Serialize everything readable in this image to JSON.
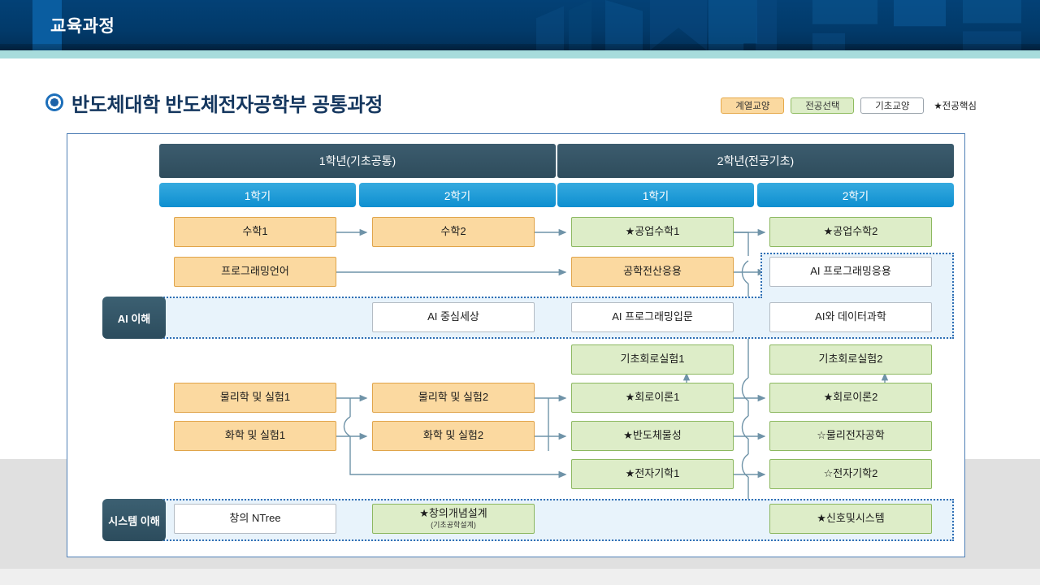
{
  "topbar": {
    "title": "교육과정"
  },
  "page": {
    "title": "반도체대학 반도체전자공학부 공통과정",
    "bullet_icon": "target-circle-icon"
  },
  "legend": {
    "items": [
      {
        "label": "계열교양",
        "color": "#fbd9a0",
        "style": "orange"
      },
      {
        "label": "전공선택",
        "color": "#ddedc8",
        "style": "green"
      },
      {
        "label": "기초교양",
        "color": "#ffffff",
        "style": "white"
      },
      {
        "label": "★전공핵심",
        "color": "#222222",
        "style": "text"
      }
    ]
  },
  "chart_data": {
    "type": "diagram",
    "title": "반도체대학 반도체전자공학부 공통과정",
    "years": [
      {
        "label": "1학년(기초공통)",
        "semesters": [
          "1학기",
          "2학기"
        ]
      },
      {
        "label": "2학년(전공기초)",
        "semesters": [
          "1학기",
          "2학기"
        ]
      }
    ],
    "columns": [
      "1학년 1학기",
      "1학년 2학기",
      "2학년 1학기",
      "2학년 2학기"
    ],
    "groups": [
      {
        "label": "AI 이해"
      },
      {
        "label": "시스템 이해"
      }
    ],
    "courses": [
      {
        "id": "c1",
        "name": "수학1",
        "col": 0,
        "row": 0,
        "type": "계열교양"
      },
      {
        "id": "c2",
        "name": "수학2",
        "col": 1,
        "row": 0,
        "type": "계열교양"
      },
      {
        "id": "c3",
        "name": "★공업수학1",
        "col": 2,
        "row": 0,
        "type": "전공선택"
      },
      {
        "id": "c4",
        "name": "★공업수학2",
        "col": 3,
        "row": 0,
        "type": "전공선택"
      },
      {
        "id": "c5",
        "name": "프로그래밍언어",
        "col": 0,
        "row": 1,
        "type": "계열교양"
      },
      {
        "id": "c6",
        "name": "공학전산응용",
        "col": 2,
        "row": 1,
        "type": "계열교양"
      },
      {
        "id": "c7",
        "name": "AI 프로그래밍응용",
        "col": 3,
        "row": 1,
        "type": "기초교양"
      },
      {
        "id": "c8",
        "name": "AI 중심세상",
        "col": 1,
        "row": 2,
        "type": "기초교양"
      },
      {
        "id": "c9",
        "name": "AI 프로그래밍입문",
        "col": 2,
        "row": 2,
        "type": "기초교양"
      },
      {
        "id": "c10",
        "name": "AI와 데이터과학",
        "col": 3,
        "row": 2,
        "type": "기초교양"
      },
      {
        "id": "c11",
        "name": "기초회로실험1",
        "col": 2,
        "row": 3,
        "type": "전공선택"
      },
      {
        "id": "c12",
        "name": "기초회로실험2",
        "col": 3,
        "row": 3,
        "type": "전공선택"
      },
      {
        "id": "c13",
        "name": "물리학 및 실험1",
        "col": 0,
        "row": 4,
        "type": "계열교양"
      },
      {
        "id": "c14",
        "name": "물리학 및 실험2",
        "col": 1,
        "row": 4,
        "type": "계열교양"
      },
      {
        "id": "c15",
        "name": "★회로이론1",
        "col": 2,
        "row": 4,
        "type": "전공선택"
      },
      {
        "id": "c16",
        "name": "★회로이론2",
        "col": 3,
        "row": 4,
        "type": "전공선택"
      },
      {
        "id": "c17",
        "name": "화학 및 실험1",
        "col": 0,
        "row": 5,
        "type": "계열교양"
      },
      {
        "id": "c18",
        "name": "화학 및 실험2",
        "col": 1,
        "row": 5,
        "type": "계열교양"
      },
      {
        "id": "c19",
        "name": "★반도체물성",
        "col": 2,
        "row": 5,
        "type": "전공선택"
      },
      {
        "id": "c20",
        "name": "☆물리전자공학",
        "col": 3,
        "row": 5,
        "type": "전공선택"
      },
      {
        "id": "c21",
        "name": "★전자기학1",
        "col": 2,
        "row": 6,
        "type": "전공선택"
      },
      {
        "id": "c22",
        "name": "☆전자기학2",
        "col": 3,
        "row": 6,
        "type": "전공선택"
      },
      {
        "id": "c23",
        "name": "창의 NTree",
        "col": 0,
        "row": 7,
        "type": "기초교양"
      },
      {
        "id": "c24",
        "name": "★창의개념설계",
        "sub": "(기초공학설계)",
        "col": 1,
        "row": 7,
        "type": "전공선택"
      },
      {
        "id": "c25",
        "name": "★신호및시스템",
        "col": 3,
        "row": 7,
        "type": "전공선택"
      }
    ],
    "edges": [
      [
        "c1",
        "c2"
      ],
      [
        "c2",
        "c3"
      ],
      [
        "c3",
        "c4"
      ],
      [
        "c5",
        "c6"
      ],
      [
        "c6",
        "c7"
      ],
      [
        "c3",
        "c7"
      ],
      [
        "c8",
        "c9"
      ],
      [
        "c9",
        "c10"
      ],
      [
        "c13",
        "c14"
      ],
      [
        "c17",
        "c18"
      ],
      [
        "c13",
        "c18"
      ],
      [
        "c17",
        "c14"
      ],
      [
        "c14",
        "c15"
      ],
      [
        "c18",
        "c19"
      ],
      [
        "c14",
        "c21"
      ],
      [
        "c18",
        "c21"
      ],
      [
        "c15",
        "c11"
      ],
      [
        "c16",
        "c12"
      ],
      [
        "c15",
        "c16"
      ],
      [
        "c19",
        "c20"
      ],
      [
        "c21",
        "c22"
      ],
      [
        "c23",
        "c24"
      ],
      [
        "c3",
        "c25"
      ]
    ]
  }
}
